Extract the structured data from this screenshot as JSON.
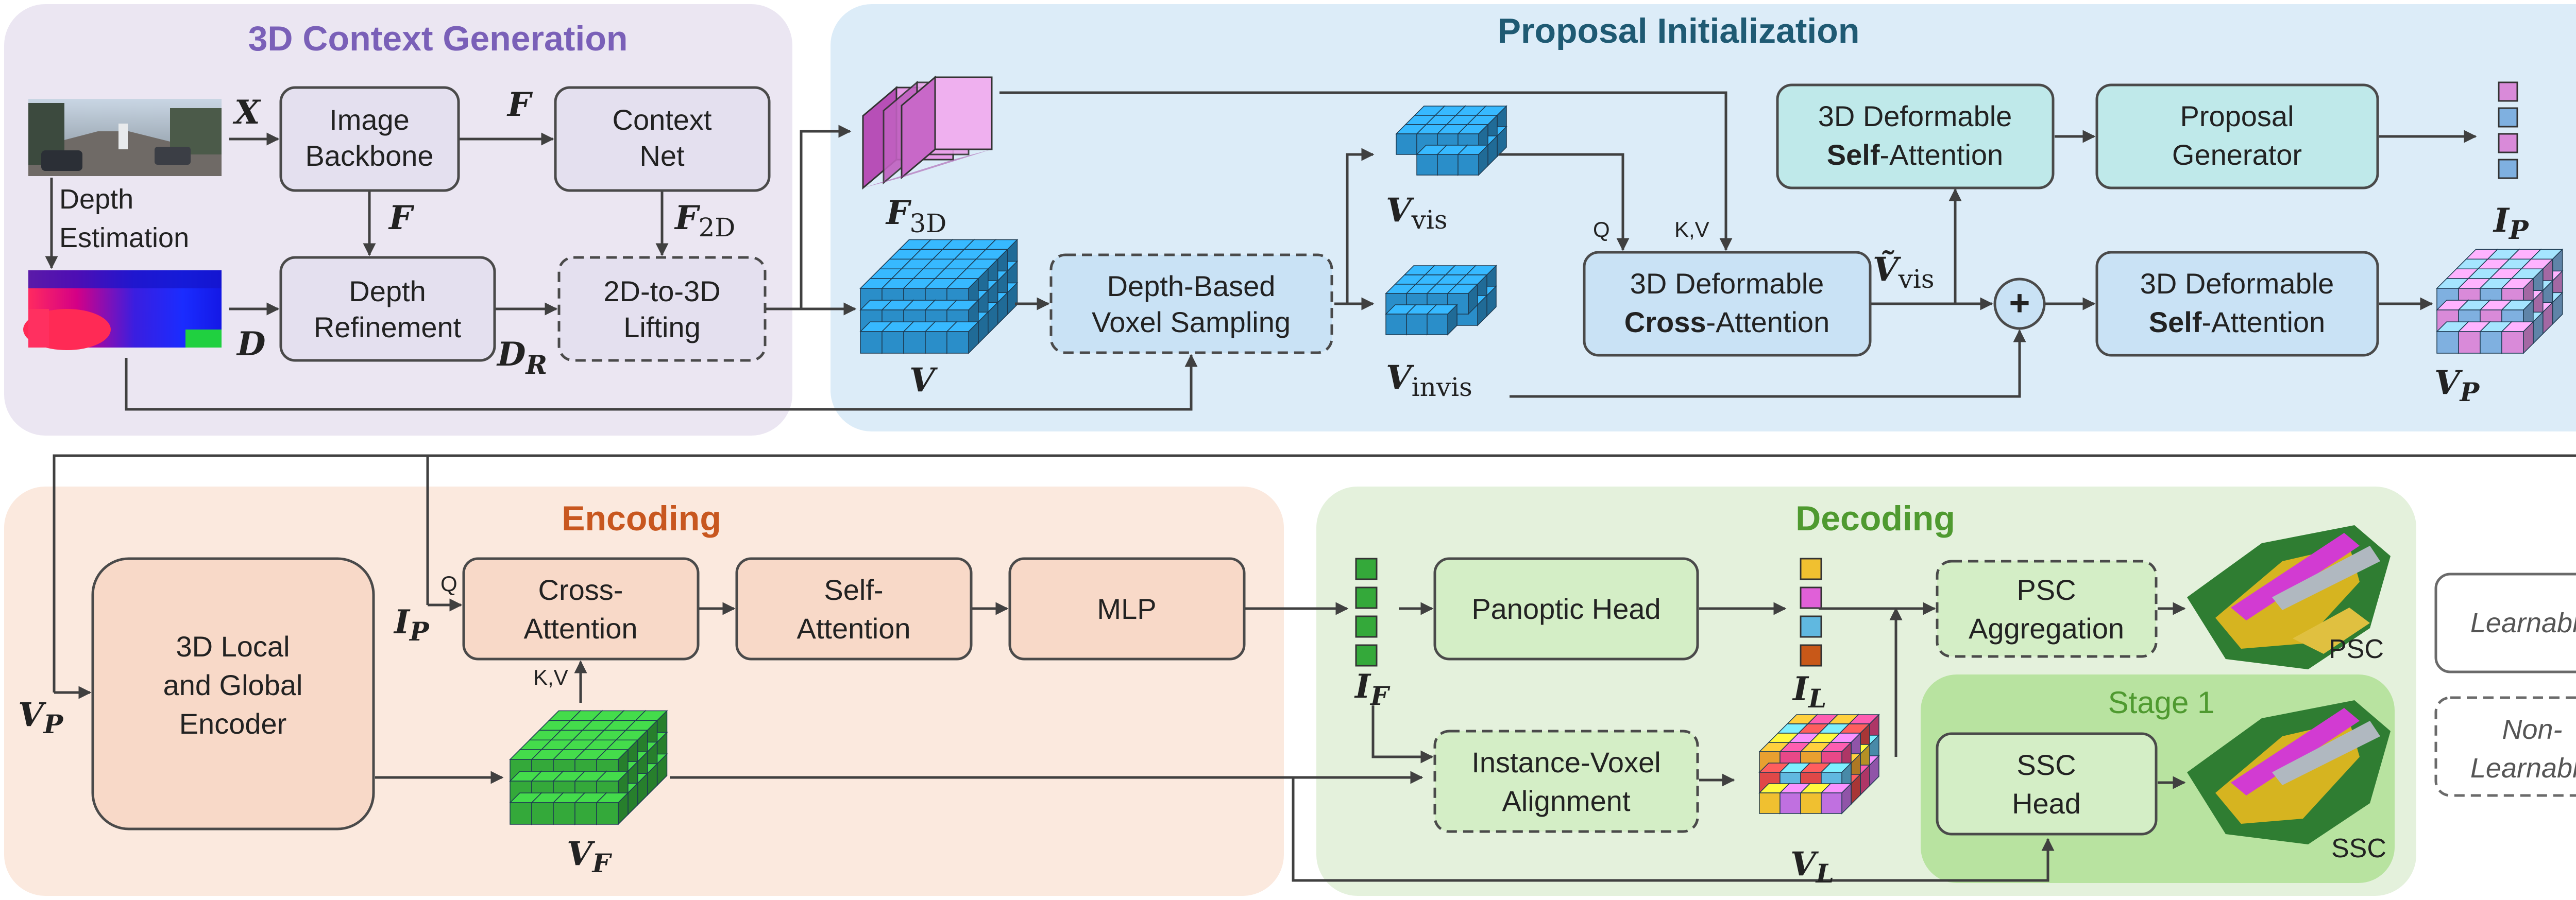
{
  "sections": {
    "context_generation": "3D Context Generation",
    "proposal_initialization": "Proposal Initialization",
    "encoding": "Encoding",
    "decoding": "Decoding",
    "stage1": "Stage 1"
  },
  "blocks": {
    "image_backbone": [
      "Image",
      "Backbone"
    ],
    "context_net": [
      "Context",
      "Net"
    ],
    "depth_refinement": [
      "Depth",
      "Refinement"
    ],
    "lifting": [
      "2D-to-3D",
      "Lifting"
    ],
    "depth_estimation": [
      "Depth",
      "Estimation"
    ],
    "voxel_sampling": [
      "Depth-Based",
      "Voxel Sampling"
    ],
    "cross_attention_3d": {
      "line1": "3D Deformable",
      "bold": "Cross",
      "rest": "-Attention"
    },
    "self_attention_3d_top": {
      "line1": "3D Deformable",
      "bold": "Self",
      "rest": "-Attention"
    },
    "self_attention_3d_bottom": {
      "line1": "3D Deformable",
      "bold": "Self",
      "rest": "-Attention"
    },
    "proposal_generator": [
      "Proposal",
      "Generator"
    ],
    "encoder": [
      "3D Local",
      "and Global",
      "Encoder"
    ],
    "cross_attention": [
      "Cross-",
      "Attention"
    ],
    "self_attention": [
      "Self-",
      "Attention"
    ],
    "mlp": "MLP",
    "panoptic_head": "Panoptic Head",
    "psc_aggregation": [
      "PSC",
      "Aggregation"
    ],
    "instance_voxel_alignment": [
      "Instance-Voxel",
      "Alignment"
    ],
    "ssc_head": [
      "SSC",
      "Head"
    ]
  },
  "symbols": {
    "X": "X",
    "F": "F",
    "F2D": {
      "base": "F",
      "sub": "2D"
    },
    "D": "D",
    "DR": {
      "base": "D",
      "sub": "R"
    },
    "F3D": {
      "base": "F",
      "sub": "3D"
    },
    "V": "V",
    "Vvis": {
      "base": "V",
      "sub": "vis"
    },
    "Vinvis": {
      "base": "V",
      "sub": "invis"
    },
    "Vvis_tilde": {
      "base": "Ṽ",
      "sub": "vis"
    },
    "IP": {
      "base": "I",
      "sub": "P"
    },
    "VP": {
      "base": "V",
      "sub": "P"
    },
    "IF": {
      "base": "I",
      "sub": "F"
    },
    "VF": {
      "base": "V",
      "sub": "F"
    },
    "IL": {
      "base": "I",
      "sub": "L"
    },
    "VL": {
      "base": "V",
      "sub": "L"
    }
  },
  "small_labels": {
    "q": "Q",
    "kv": "K,V",
    "plus": "+"
  },
  "outputs": {
    "psc": "PSC",
    "ssc": "SSC"
  },
  "legend": {
    "learnable": "Learnable",
    "non_learnable": [
      "Non-",
      "Learnable"
    ]
  },
  "colors": {
    "context_bg": "#ebe6f2",
    "context_box": "#e4e0ef",
    "context_title": "#7a60b8",
    "proposal_bg": "#dcecf8",
    "proposal_box": "#c9e2f5",
    "proposal_title": "#1f5a73",
    "teal_box": "#bfe9ea",
    "encoding_bg": "#fbe9de",
    "encoding_box": "#f8d9c8",
    "encoding_title": "#c8571f",
    "decoding_bg": "#e4f1dc",
    "decoding_box": "#d4eec6",
    "decoding_title": "#4f9a30",
    "stage1_bg": "#b8e3a0",
    "cube_blue": "#2a8ec9",
    "cube_green": "#34a93a",
    "cube_pink": "#d98ad9",
    "cube_magenta": "#b74fb7"
  }
}
